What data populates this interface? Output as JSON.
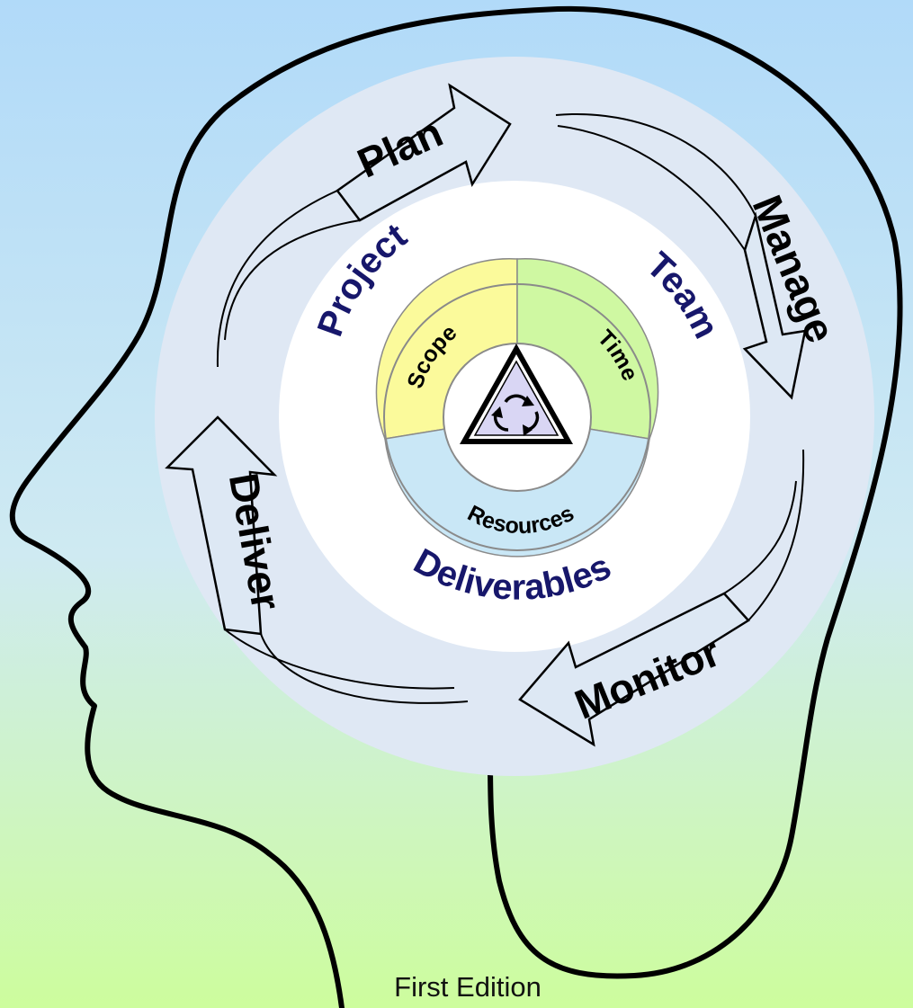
{
  "colors": {
    "sky_top": "#b1daf9",
    "ground_bottom": "#cdfd9d",
    "outer_ring": "#dfe8f4",
    "scope_segment": "#fbfa9b",
    "time_segment": "#cff8a2",
    "resources_segment": "#c9e7f6",
    "center_triangle": "#d9d6f4",
    "inner_label": "#17176b"
  },
  "cycle": {
    "plan": "Plan",
    "manage": "Manage",
    "monitor": "Monitor",
    "deliver": "Deliver"
  },
  "middle_ring": {
    "project": "Project",
    "team": "Team",
    "deliverables": "Deliverables"
  },
  "core_ring": {
    "scope": "Scope",
    "time": "Time",
    "resources": "Resources"
  },
  "center_icon": "recycle-arrows-icon",
  "footer": {
    "edition": "First Edition"
  }
}
